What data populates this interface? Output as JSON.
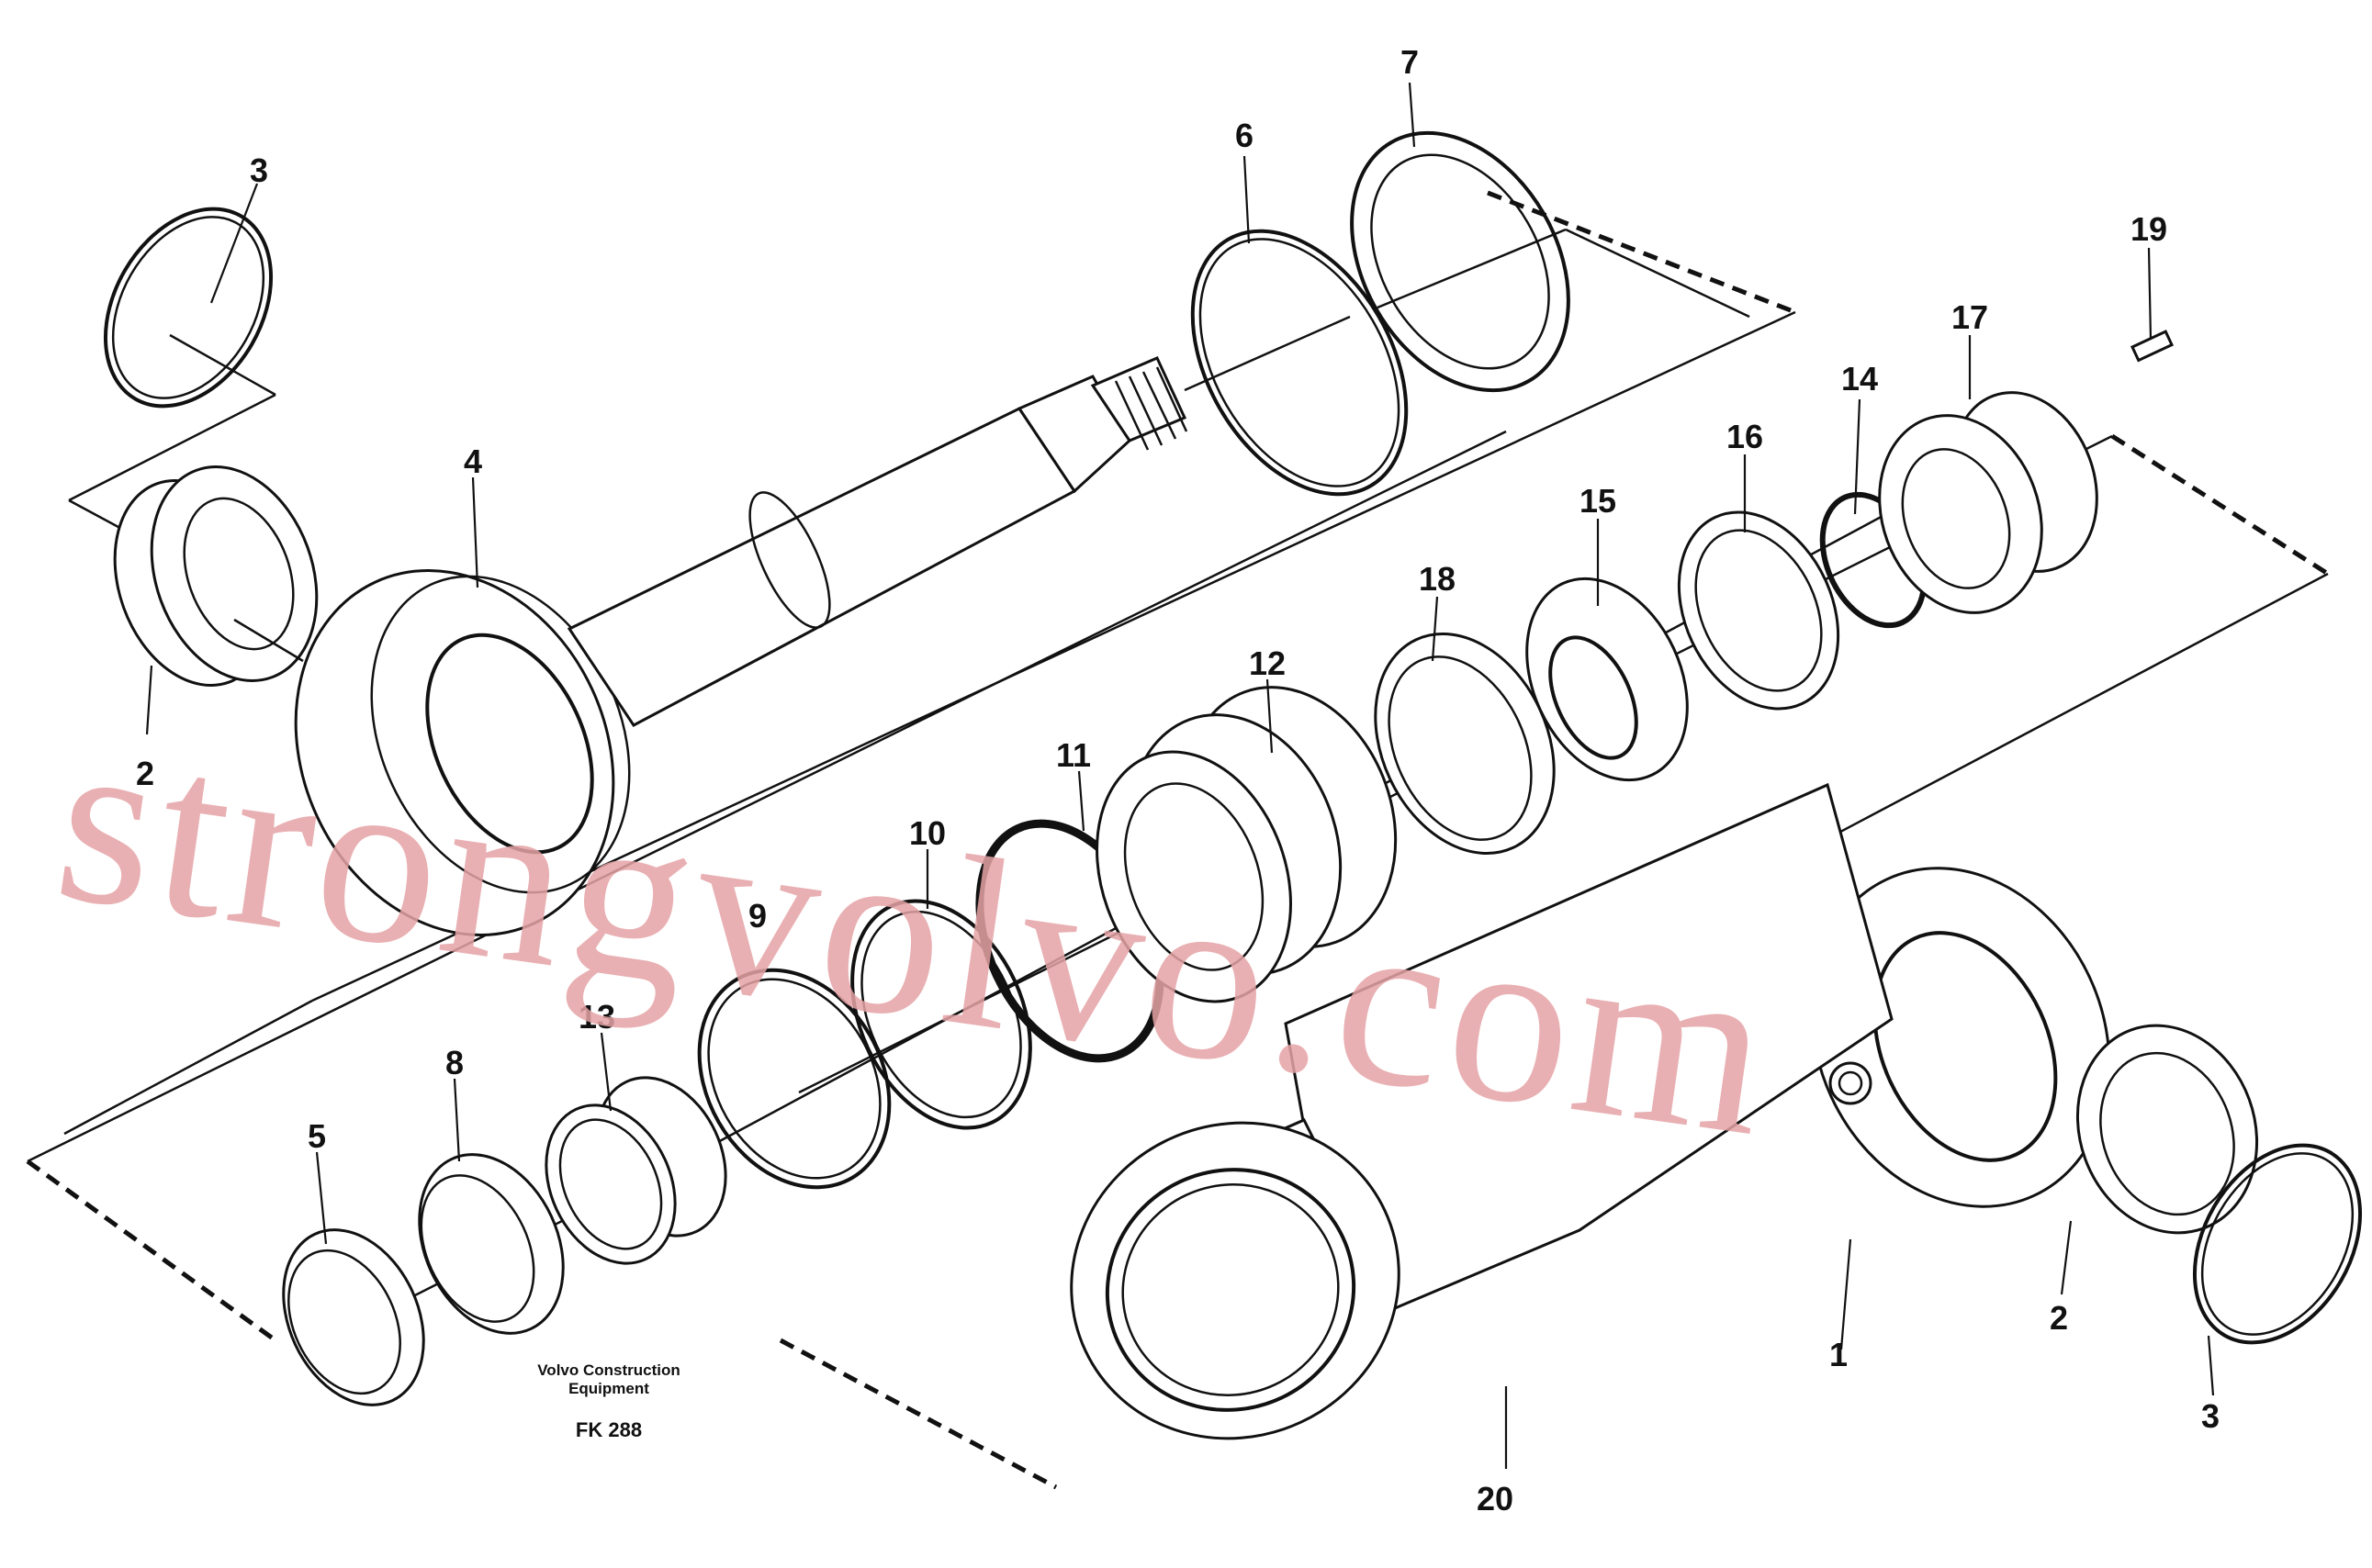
{
  "labels": {
    "l1": "1",
    "l2a": "2",
    "l2b": "2",
    "l3a": "3",
    "l3b": "3",
    "l4": "4",
    "l5": "5",
    "l6": "6",
    "l7": "7",
    "l8": "8",
    "l9": "9",
    "l10": "10",
    "l11": "11",
    "l12": "12",
    "l13": "13",
    "l14": "14",
    "l15": "15",
    "l16": "16",
    "l17": "17",
    "l18": "18",
    "l19": "19",
    "l20": "20"
  },
  "caption": {
    "line1": "Volvo Construction",
    "line2": "Equipment",
    "code": "FK 288"
  },
  "watermark": "strongvolvo.com"
}
